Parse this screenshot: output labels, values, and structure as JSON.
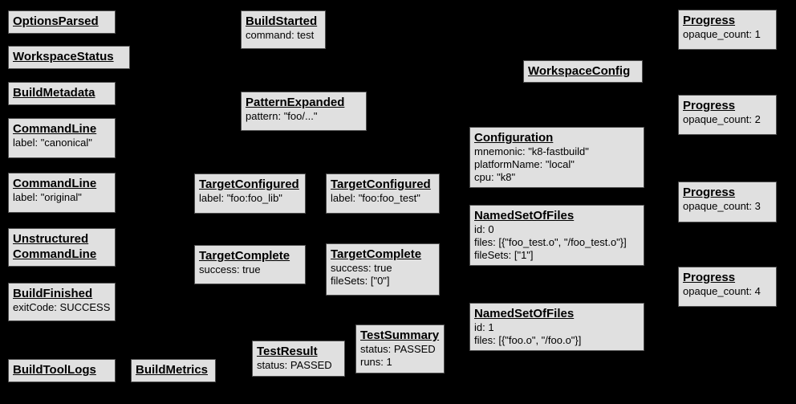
{
  "diagram": {
    "description": "Build event protocol event graph",
    "background_color": "#000000",
    "node_fill_color": "#e0e0e0",
    "node_border_color": "#4f4f4f",
    "node_text_color": "#000000"
  },
  "nodes": [
    {
      "title": "OptionsParsed",
      "lines": []
    },
    {
      "title": "WorkspaceStatus",
      "lines": []
    },
    {
      "title": "BuildMetadata",
      "lines": []
    },
    {
      "title": "CommandLine",
      "lines": [
        "label: \"canonical\""
      ]
    },
    {
      "title": "CommandLine",
      "lines": [
        "label: \"original\""
      ]
    },
    {
      "title": "Unstructured CommandLine",
      "lines": []
    },
    {
      "title": "BuildFinished",
      "lines": [
        "exitCode: SUCCESS"
      ]
    },
    {
      "title": "BuildToolLogs",
      "lines": []
    },
    {
      "title": "BuildMetrics",
      "lines": []
    },
    {
      "title": "BuildStarted",
      "lines": [
        "command: test"
      ]
    },
    {
      "title": "PatternExpanded",
      "lines": [
        "pattern: \"foo/...\""
      ]
    },
    {
      "title": "TargetConfigured",
      "lines": [
        "label: \"foo:foo_lib\""
      ]
    },
    {
      "title": "TargetConfigured",
      "lines": [
        "label: \"foo:foo_test\""
      ]
    },
    {
      "title": "TargetComplete",
      "lines": [
        "success: true"
      ]
    },
    {
      "title": "TargetComplete",
      "lines": [
        "success: true",
        "fileSets: [\"0\"]"
      ]
    },
    {
      "title": "TestResult",
      "lines": [
        "status: PASSED"
      ]
    },
    {
      "title": "TestSummary",
      "lines": [
        "status: PASSED",
        "runs: 1"
      ]
    },
    {
      "title": "WorkspaceConfig",
      "lines": []
    },
    {
      "title": "Configuration",
      "lines": [
        "mnemonic: \"k8-fastbuild\"",
        "platformName: \"local\"",
        "cpu: \"k8\""
      ]
    },
    {
      "title": "NamedSetOfFiles",
      "lines": [
        "id: 0",
        "files: [{\"foo_test.o\", \"/foo_test.o\"}]",
        "fileSets: [\"1\"]"
      ]
    },
    {
      "title": "NamedSetOfFiles",
      "lines": [
        "id: 1",
        "files: [{\"foo.o\", \"/foo.o\"}]"
      ]
    },
    {
      "title": "Progress",
      "lines": [
        "opaque_count: 1"
      ]
    },
    {
      "title": "Progress",
      "lines": [
        "opaque_count: 2"
      ]
    },
    {
      "title": "Progress",
      "lines": [
        "opaque_count: 3"
      ]
    },
    {
      "title": "Progress",
      "lines": [
        "opaque_count: 4"
      ]
    }
  ]
}
